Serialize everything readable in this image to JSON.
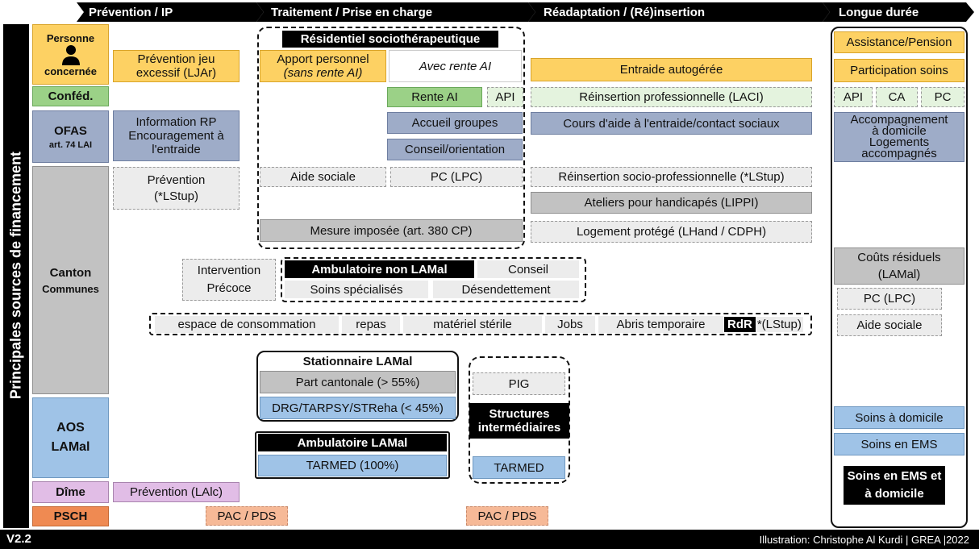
{
  "phases": [
    "Prévention / IP",
    "Traitement  / Prise en charge",
    "Réadaptation / (Ré)insertion",
    "Longue durée"
  ],
  "side_title": "Principales sources de financement",
  "sources": {
    "personne": [
      "Personne",
      "concernée"
    ],
    "confed": "Conféd.",
    "ofas": [
      "OFAS",
      "art. 74 LAI"
    ],
    "canton": [
      "Canton",
      "Communes"
    ],
    "aos": [
      "AOS",
      "LAMal"
    ],
    "dime": "Dîme",
    "psch": "PSCH"
  },
  "prevention": {
    "ljar": [
      "Prévention jeu",
      "excessif (LJAr)"
    ],
    "info_rp": [
      "Information RP",
      "Encouragement à",
      "l'entraide"
    ],
    "lstup": [
      "Prévention",
      "(*LStup)"
    ],
    "lalc": "Prévention (LAlc)",
    "pac1": "PAC / PDS"
  },
  "residentiel": {
    "title": "Résidentiel sociothérapeutique",
    "apport": [
      "Apport personnel",
      "sans rente AI"
    ],
    "avec_rente": "Avec  rente AI",
    "rente_ai": "Rente AI",
    "api": "API",
    "accueil": "Accueil groupes",
    "conseil": "Conseil/orientation",
    "aide_sociale": "Aide sociale",
    "pc_lpc": "PC (LPC)",
    "mesure": "Mesure imposée  (art. 380 CP)"
  },
  "ambulatoire_non_lamal": {
    "intervention": [
      "Intervention",
      "Précoce"
    ],
    "title": "Ambulatoire non LAMal",
    "conseil": "Conseil",
    "soins": "Soins spécialisés",
    "desendettement": "Désendettement"
  },
  "rdr": {
    "items": [
      "espace de consommation",
      "repas",
      "matériel stérile",
      "Jobs",
      "Abris temporaire"
    ],
    "label": "RdR",
    "suffix": "*(LStup)"
  },
  "stationnaire": {
    "title": "Stationnaire LAMal",
    "part": "Part cantonale (> 55%)",
    "drg": "DRG/TARPSY/STReha (< 45%)"
  },
  "ambulatoire_lamal": {
    "title": "Ambulatoire LAMal",
    "tarmed": "TARMED (100%)"
  },
  "structures": {
    "pig": "PIG",
    "title": [
      "Structures",
      "intermédiaires"
    ],
    "tarmed": "TARMED",
    "pac": "PAC / PDS"
  },
  "readaptation": {
    "entraide": "Entraide autogérée",
    "laci": "Réinsertion professionnelle  (LACI)",
    "cours": "Cours d'aide à l'entraide/contact sociaux",
    "lstup": "Réinsertion socio-professionnelle (*LStup)",
    "lippi": "Ateliers pour  handicapés (LIPPI)",
    "lhand": "Logement protégé (LHand / CDPH)"
  },
  "longue": {
    "assistance": "Assistance/Pension",
    "participation": "Participation soins",
    "api": "API",
    "ca": "CA",
    "pc": "PC",
    "accompagnement": [
      "Accompagnement",
      "à domicile",
      "Logements",
      "accompagnés"
    ],
    "couts": [
      "Coûts résiduels",
      "(LAMal)"
    ],
    "pc_lpc": "PC (LPC)",
    "aide_sociale": "Aide sociale",
    "soins_domicile": "Soins à domicile",
    "soins_ems": "Soins en EMS",
    "soins_ems_dom": [
      "Soins en EMS et",
      "à domicile"
    ]
  },
  "footer": {
    "version": "V2.2",
    "credit": "Illustration: Christophe Al Kurdi | GREA |2022"
  }
}
